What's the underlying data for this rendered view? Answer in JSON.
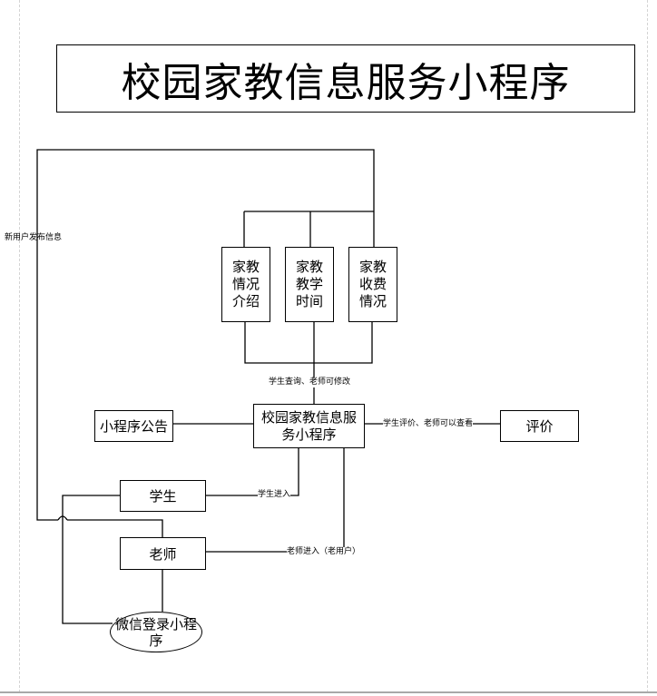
{
  "title": "校园家教信息服务小程序",
  "modules": [
    {
      "label": "家教情况介绍"
    },
    {
      "label": "家教教学时间"
    },
    {
      "label": "家教收费情况"
    }
  ],
  "center": {
    "label": "校园家教信息服务小程序"
  },
  "announcement": {
    "label": "小程序公告"
  },
  "evaluation": {
    "label": "评价"
  },
  "student": {
    "label": "学生"
  },
  "teacher": {
    "label": "老师"
  },
  "wechat_login": {
    "label": "微信登录小程序"
  },
  "edge_labels": {
    "new_user_publish": "新用户发布信息",
    "student_query_teacher_edit": "学生查询、老师可修改",
    "student_eval_teacher_view": "学生评价、老师可以查看",
    "student_enter": "学生进入",
    "teacher_enter_old_user": "老师进入（老用户）"
  }
}
